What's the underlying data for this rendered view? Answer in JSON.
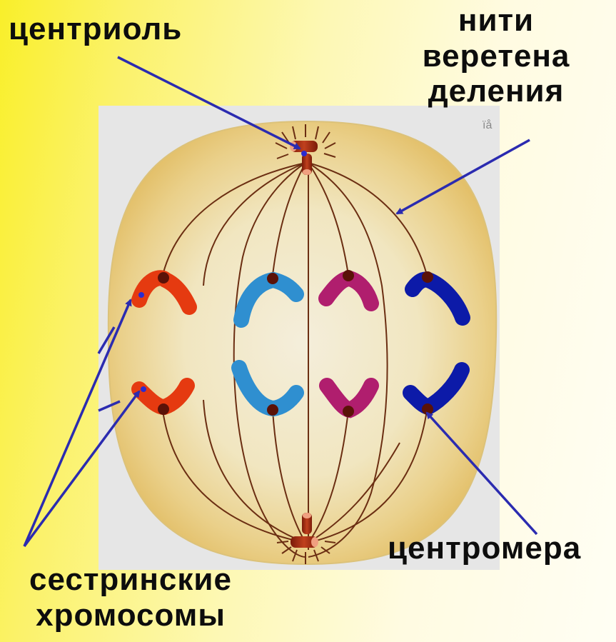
{
  "labels": {
    "centriole": "центриоль",
    "spindle_fibers": [
      "нити",
      "веретена",
      "деления"
    ],
    "centromere": "центромера",
    "sister_chromatids": [
      "сестринские",
      "хромосомы"
    ]
  },
  "corner_mark": "ïå",
  "colors": {
    "cell_fill": "#f0dc9a",
    "spindle_line": "#6b2e12",
    "pointer_arrow": "#2b2bb0",
    "chromosome_red": "#e53a10",
    "chromosome_lightblue": "#2f8fd0",
    "chromosome_magenta": "#b01e6e",
    "chromosome_darkblue": "#0c1aa8",
    "centromere": "#5a1208"
  }
}
